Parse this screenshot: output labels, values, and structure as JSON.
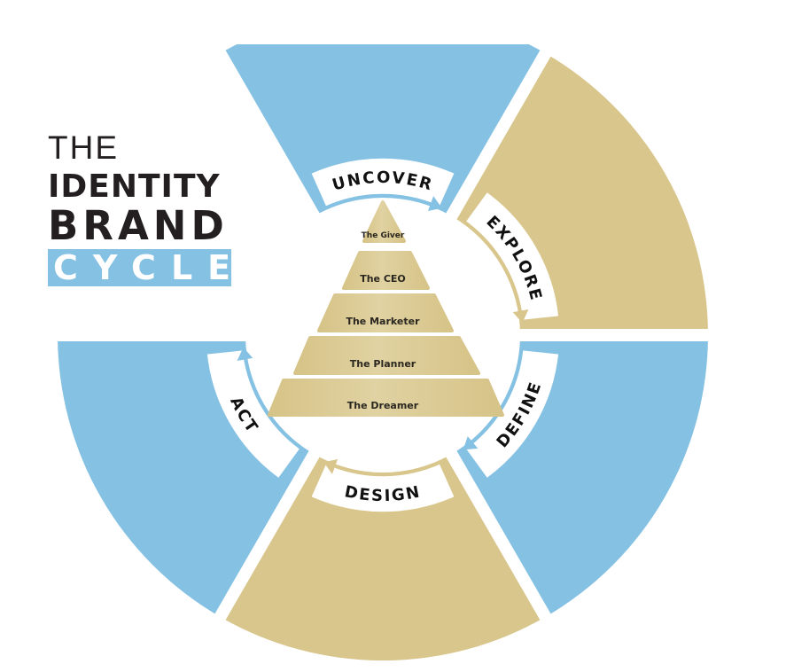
{
  "title": {
    "line1": "THE",
    "line2": "IDENTITY",
    "line3": "BRAND",
    "line4": "CYCLE"
  },
  "colors": {
    "blue": "#85c1e3",
    "gold": "#d9c68c",
    "pyramid": "#dccb93",
    "text": "#231f20"
  },
  "stages": [
    {
      "label": "UNCOVER",
      "color": "blue"
    },
    {
      "label": "EXPLORE",
      "color": "gold"
    },
    {
      "label": "DEFINE",
      "color": "blue"
    },
    {
      "label": "DESIGN",
      "color": "gold"
    },
    {
      "label": "ACT",
      "color": "blue"
    }
  ],
  "pyramid": [
    "The Giver",
    "The CEO",
    "The Marketer",
    "The Planner",
    "The Dreamer"
  ]
}
